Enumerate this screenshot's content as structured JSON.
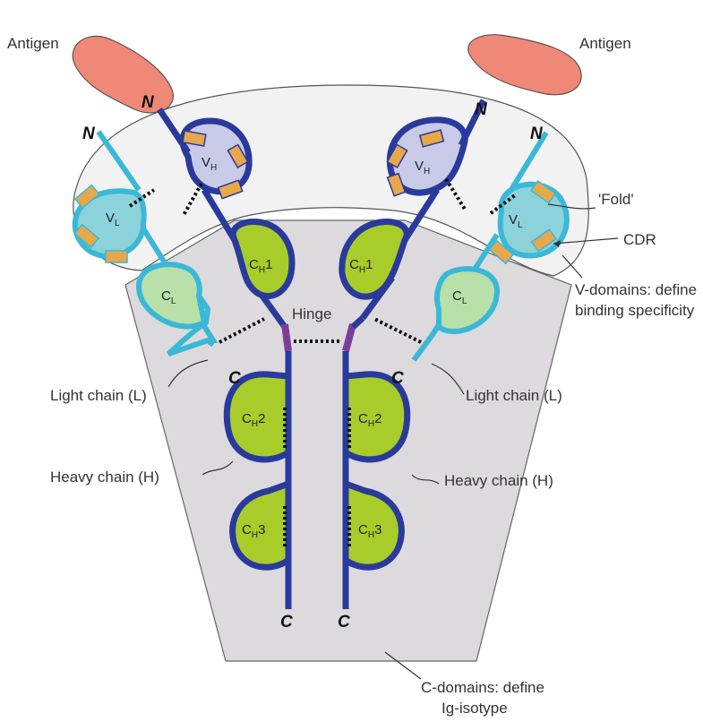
{
  "labels": {
    "antigen_left": "Antigen",
    "antigen_right": "Antigen",
    "hinge": "Hinge",
    "fold": "'Fold'",
    "cdr": "CDR",
    "v_domains_line1": "V-domains: define",
    "v_domains_line2": "binding specificity",
    "light_chain_left": "Light chain (L)",
    "light_chain_right": "Light chain (L)",
    "heavy_chain_left": "Heavy chain (H)",
    "heavy_chain_right": "Heavy chain (H)",
    "c_domains_line1": "C-domains: define",
    "c_domains_line2": "Ig-isotype"
  },
  "termini": {
    "n": "N",
    "c": "C"
  },
  "domains": {
    "vh": {
      "base": "V",
      "sub": "H"
    },
    "vl": {
      "base": "V",
      "sub": "L"
    },
    "ch1": {
      "base": "C",
      "sub": "H",
      "suffix": "1"
    },
    "ch2": {
      "base": "C",
      "sub": "H",
      "suffix": "2"
    },
    "ch3": {
      "base": "C",
      "sub": "H",
      "suffix": "3"
    },
    "cl": {
      "base": "C",
      "sub": "L"
    }
  },
  "colors": {
    "antigen": "#f08878",
    "heavy_chain": "#2a3a9c",
    "light_chain": "#3ab8d8",
    "hinge": "#7a3e98",
    "ch_domain": "#a8cc2a",
    "cl_domain": "#b8e0a8",
    "vh_domain": "#c8cae8",
    "vl_domain": "#8cd2da",
    "cdr": "#e8a84a",
    "c_region": "#dcdadc",
    "v_region": "#f2f2f2"
  }
}
